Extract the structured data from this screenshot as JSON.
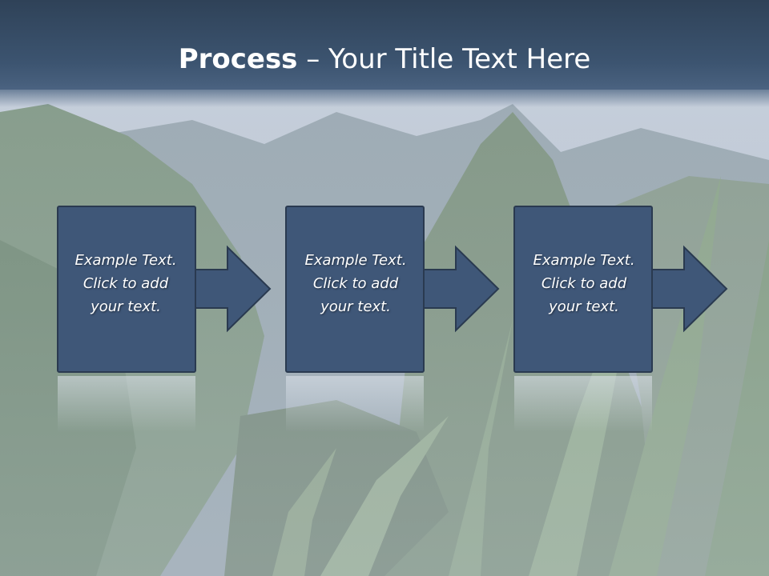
{
  "title": {
    "bold": "Process",
    "rest": " – Your Title Text Here"
  },
  "steps": [
    {
      "lines": [
        "Example Text.",
        "Click  to add",
        "your text."
      ]
    },
    {
      "lines": [
        "Example Text.",
        "Click  to add",
        "your text."
      ]
    },
    {
      "lines": [
        "Example Text.",
        "Click  to add",
        "your text."
      ]
    }
  ],
  "colors": {
    "title_bar": "#3c5470",
    "box_fill": "#3f5778",
    "box_border": "#2a3a50",
    "text": "#ffffff"
  }
}
